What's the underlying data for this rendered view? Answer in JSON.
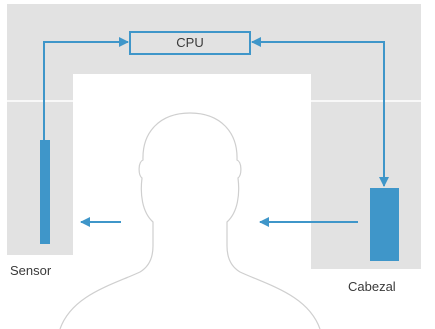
{
  "labels": {
    "cpu": "CPU",
    "sensor": "Sensor",
    "head": "Cabezal"
  },
  "colors": {
    "panel": "#e2e2e2",
    "accent": "#3f96c9",
    "outline": "#cfcfcf",
    "text": "#3a3a3a"
  }
}
